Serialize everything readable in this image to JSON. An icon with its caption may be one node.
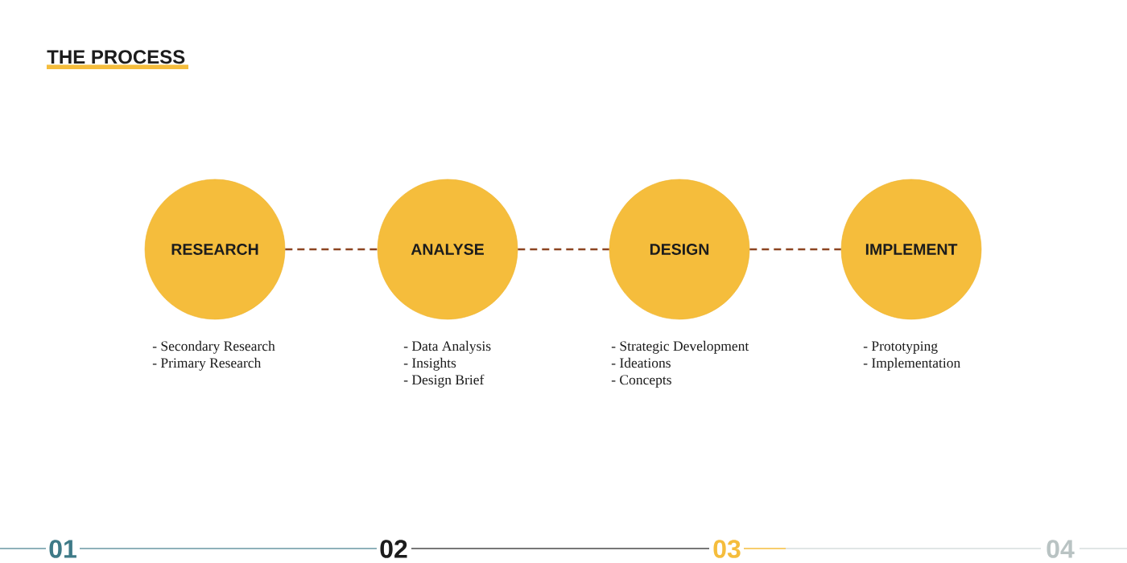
{
  "diagram": {
    "title": "THE PROCESS",
    "nodes": [
      {
        "text": [
          "RESEARCH"
        ],
        "beside": [
          "- Secondary Research",
          "- Primary Research"
        ]
      },
      {
        "text": [
          "ANALYSE"
        ],
        "beside": [
          "- Data Analysis",
          "- Insights",
          "- Design Brief"
        ]
      },
      {
        "text": [
          "DESIGN"
        ],
        "beside": [
          "- Strategic Development",
          "- Ideations",
          "- Concepts"
        ]
      },
      {
        "text": [
          "IMPLEMENT"
        ],
        "beside": [
          "- Prototyping",
          "- Implementation"
        ]
      }
    ],
    "edges": [
      {
        "from": 0,
        "to": 1,
        "arrow": "none",
        "style": "dashed"
      },
      {
        "from": 1,
        "to": 2,
        "arrow": "none",
        "style": "dashed"
      },
      {
        "from": 2,
        "to": 3,
        "arrow": "none",
        "style": "dashed"
      }
    ],
    "labels": [
      "01",
      "02",
      "03",
      "04"
    ]
  }
}
